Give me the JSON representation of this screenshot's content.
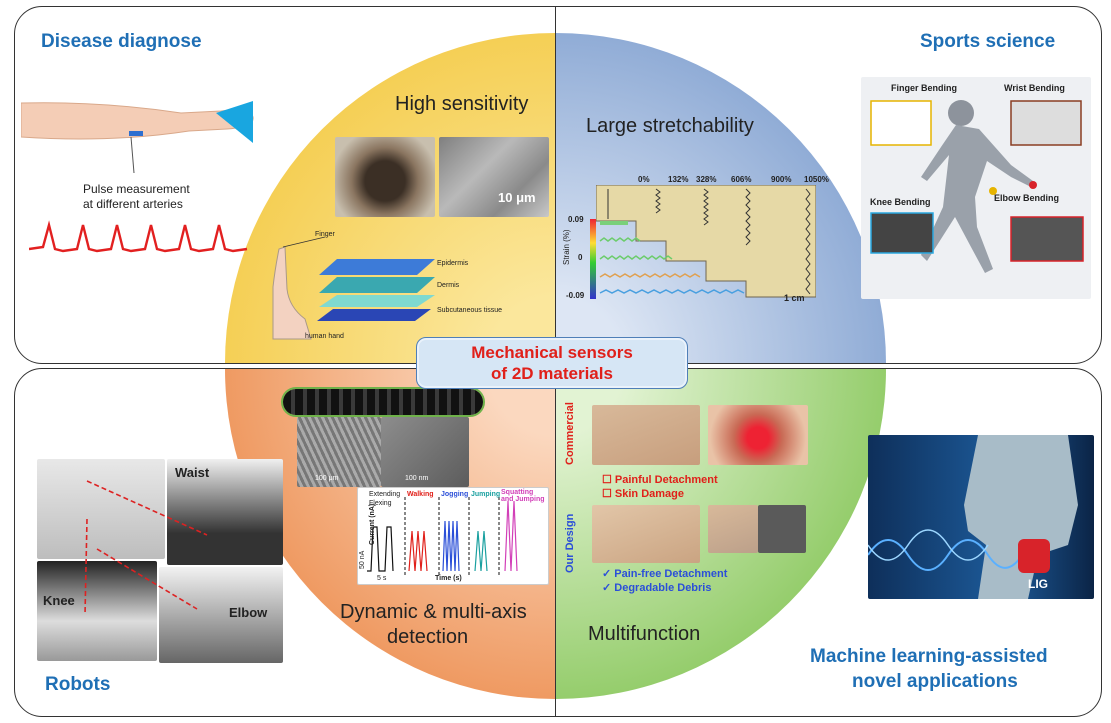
{
  "center": {
    "line1": "Mechanical sensors",
    "line2": "of 2D materials"
  },
  "quadrants": {
    "tl": {
      "title": "Disease diagnose",
      "subtitle": "High sensitivity",
      "pulse_label_1": "Pulse measurement",
      "pulse_label_2": "at different arteries",
      "scale_label": "10 μm",
      "labels": {
        "finger": "Finger",
        "epidermis": "Epidermis",
        "dermis": "Dermis",
        "subcutaneous": "Subcutaneous tissue",
        "hand": "human hand"
      }
    },
    "tr": {
      "title": "Sports science",
      "subtitle": "Large stretchability",
      "strain_ticks": [
        "0%",
        "132%",
        "328%",
        "606%",
        "900%",
        "1050%"
      ],
      "strain_axis": "Strain (%)",
      "strain_max": "0.09",
      "strain_mid": "0",
      "strain_min": "-0.09",
      "scale": "1 cm",
      "bends": {
        "finger": "Finger Bending",
        "wrist": "Wrist Bending",
        "knee": "Knee Bending",
        "elbow": "Elbow Bending"
      }
    },
    "bl": {
      "title": "Robots",
      "subtitle_1": "Dynamic & multi-axis",
      "subtitle_2": "detection",
      "labels": {
        "waist": "Waist",
        "knee": "Knee",
        "elbow": "Elbow",
        "extending": "Extending",
        "flexing": "Flexing",
        "walking": "Walking",
        "jogging": "Jogging",
        "jumping": "Jumping",
        "squatting": "Squatting and Jumping",
        "ylabel": "Current (nA)",
        "xlabel": "Time (s)",
        "yscale": "50 nA",
        "xscale": "5 s",
        "sem1": "100 μm",
        "sem2": "100 nm"
      }
    },
    "br": {
      "title_1": "Machine learning-assisted",
      "title_2": "novel applications",
      "subtitle": "Multifunction",
      "commercial": "Commercial",
      "our_design": "Our Design",
      "painful": "Painful Detachment",
      "skin_damage": "Skin Damage",
      "pain_free": "Pain-free Detachment",
      "degradable": "Degradable Debris",
      "lig": "LIG"
    }
  },
  "colors": {
    "title_blue": "#1f6fb5",
    "center_red": "#e0201a",
    "wedge_yellow": "#f7d86b",
    "wedge_blue": "#9fb8dd",
    "wedge_orange": "#f2a36e",
    "wedge_green": "#9fd17a",
    "pulse_red": "#e22020"
  }
}
